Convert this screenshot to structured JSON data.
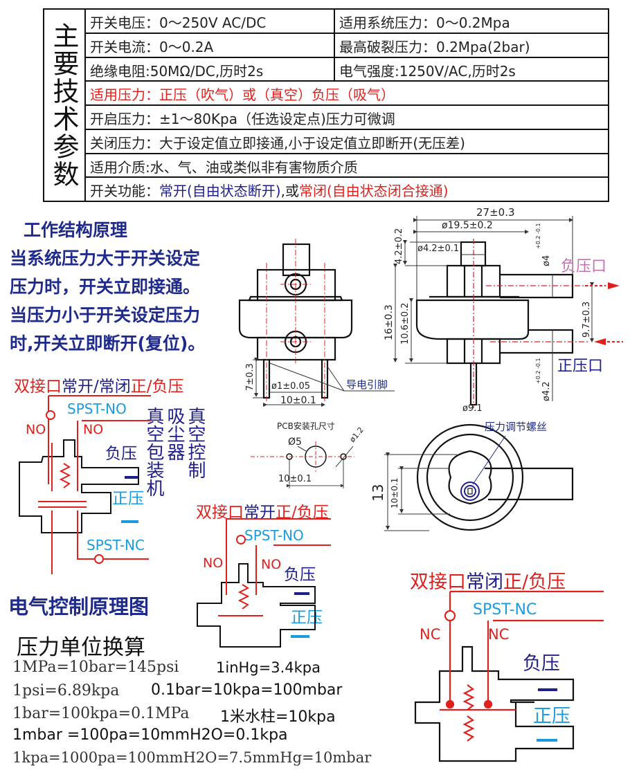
{
  "spec_table": {
    "title": "主要技术参数",
    "rows": [
      {
        "left": "开关电压：0～250V AC/DC",
        "right": "适用系统压力：0～0.2Mpa"
      },
      {
        "left": "开关电流：0～0.2A",
        "right": "最高破裂压力：0.2Mpa(2bar)"
      },
      {
        "left": "绝缘电阻:50MΩ/DC,历时2s",
        "right": "电气强度:1250V/AC,历时2s"
      }
    ],
    "pressure": "适用压力：正压（吹气）或（真空）负压（吸气）",
    "open_pressure": "开启压力：±1～80Kpa（任选设定点)压力可微调",
    "close_pressure": "关闭压力：大于设定值立即接通,小于设定值立即断开(无压差)",
    "media": "适用介质:水、气、油或类似非有害物质介质",
    "function": {
      "prefix": "开关功能：",
      "no": "常开(自由状态断开)",
      "sep": ",或",
      "nc": "常闭(自由状态闭合接通)"
    }
  },
  "principle": {
    "heading": "工作结构原理",
    "lines": [
      "当系统压力大于开关设定",
      "压力时，开关立即接通。",
      "当压力小于开关设定压力",
      "时,开关立即断开(复位)。"
    ]
  },
  "front_view": {
    "pins_label": "导电引脚",
    "dim_pin_len": "7±0.3",
    "dim_pin_dia": "ø1±0.05",
    "dim_pin_pitch": "10±0.1"
  },
  "side_view": {
    "dim_width": "27±0.3",
    "dim_body_dia": "ø19.5±0.2",
    "dim_top_dia": "ø4.2±0.1",
    "dim_top_h": "4.2±0.2",
    "dim_height": "16±0.3",
    "dim_body_h": "10.6±0.2",
    "dim_port_gap": "9.7±0.3",
    "dim_port_top": "ø4",
    "dim_port_top_tol": "+0.2 -0.1",
    "dim_port_bottom": "ø4.2",
    "dim_port_bottom_tol": "+0.2 -0.1",
    "dim_pin": "ø9.1",
    "negative_port": "负压口",
    "positive_port": "正压口"
  },
  "pcb": {
    "title": "PCB安装孔尺寸",
    "hole_big": "Ø5",
    "hole_small": "ø1.2",
    "pitch": "10±0.1"
  },
  "top_view": {
    "label": "压力调节螺丝",
    "dim_outer": "13",
    "dim_inner": "10±0.1"
  },
  "diagram1": {
    "title_a": "双接口",
    "title_b": "常开/常闭",
    "title_c": "正/负压",
    "spst_no": "SPST-NO",
    "spst_nc": "SPST-NC",
    "no": "NO",
    "neg": "负压",
    "pos": "正压",
    "applications": [
      "真空包装机",
      "吸尘器",
      "真空控制"
    ]
  },
  "diagram2": {
    "title_a": "双接口",
    "title_b": "常开",
    "title_c": "正/负压",
    "spst": "SPST-NO",
    "no": "NO",
    "neg": "负压",
    "pos": "正压"
  },
  "diagram3": {
    "title_a": "双接口",
    "title_b": "常闭",
    "title_c": "正/负压",
    "spst": "SPST-NC",
    "nc": "NC",
    "neg": "负压",
    "pos": "正压"
  },
  "electrical_title": "电气控制原理图",
  "conversion": {
    "title": "压力单位换算",
    "items": [
      "1MPa=10bar=145psi",
      "1inHg=3.4kpa",
      "1psi=6.89kpa",
      "0.1bar=10kpa=100mbar",
      "1bar=100kpa=0.1MPa",
      "1米水柱=10kpa",
      "1mbar =100pa=10mmH2O=0.1kpa",
      "1kpa=1000pa=100mmH2O=7.5mmHg=10mbar"
    ]
  },
  "colors": {
    "red": "#e0201c",
    "navy": "#1e1e8c",
    "cyan": "#1a9be0",
    "pink": "#c070b0"
  }
}
